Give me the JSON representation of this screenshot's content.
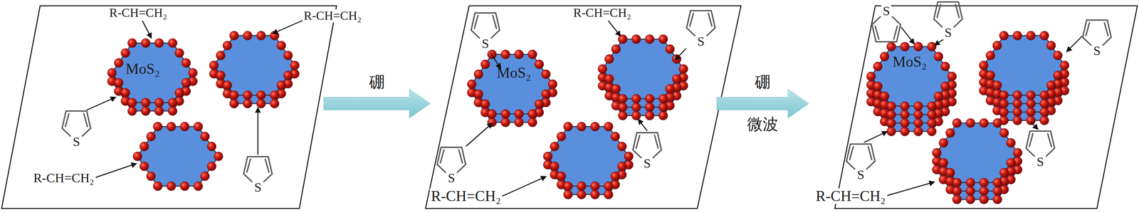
{
  "diagram": {
    "labels": [
      "R-CH=CH₂",
      "R-CH=CH₂",
      "MoS₂",
      "S",
      "R-CH=CH₂",
      "S",
      "硼",
      "S",
      "R-CH=CH₂",
      "S",
      "MoS₂",
      "S",
      "S",
      "R-CH=CH₂",
      "硼",
      "微波",
      "S",
      "S",
      "S",
      "MoS₂",
      "S",
      "S",
      "R-CH=CH₂"
    ]
  }
}
